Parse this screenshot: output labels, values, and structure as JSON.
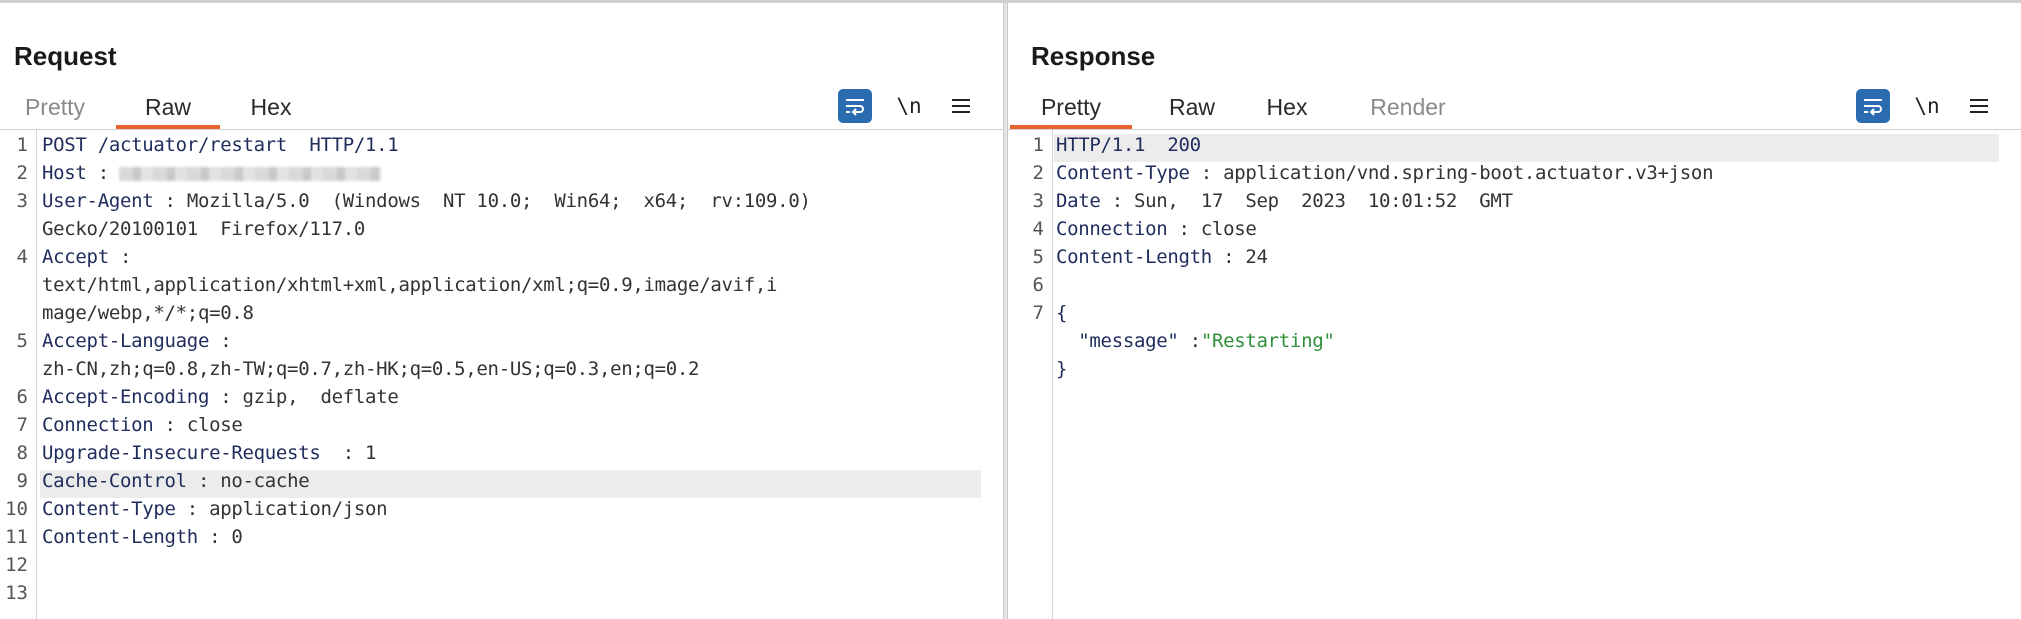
{
  "request": {
    "title": "Request",
    "tabs": [
      {
        "label": "Pretty",
        "active": false
      },
      {
        "label": "Raw",
        "active": true
      },
      {
        "label": "Hex",
        "active": false
      }
    ],
    "toolbar": {
      "wrap_icon": "wrap-lines-icon",
      "newline_label": "\\n",
      "menu_icon": "hamburger-menu-icon"
    },
    "lines": [
      {
        "n": "1",
        "key": "POST /actuator/restart  HTTP/1.1",
        "sep": "",
        "value": ""
      },
      {
        "n": "2",
        "key": "Host",
        "sep": " :",
        "value": ""
      },
      {
        "n": "3",
        "key": "User-Agent",
        "sep": " : ",
        "value": "Mozilla/5.0  (Windows  NT 10.0;  Win64;  x64;  rv:109.0)"
      },
      {
        "n": "",
        "key": "",
        "sep": "",
        "value": "Gecko/20100101  Firefox/117.0"
      },
      {
        "n": "4",
        "key": "Accept",
        "sep": " :",
        "value": ""
      },
      {
        "n": "",
        "key": "",
        "sep": "",
        "value": "text/html,application/xhtml+xml,application/xml;q=0.9,image/avif,i"
      },
      {
        "n": "",
        "key": "",
        "sep": "",
        "value": "mage/webp,*/*;q=0.8"
      },
      {
        "n": "5",
        "key": "Accept-Language",
        "sep": " :",
        "value": ""
      },
      {
        "n": "",
        "key": "",
        "sep": "",
        "value": "zh-CN,zh;q=0.8,zh-TW;q=0.7,zh-HK;q=0.5,en-US;q=0.3,en;q=0.2"
      },
      {
        "n": "6",
        "key": "Accept-Encoding",
        "sep": " : ",
        "value": "gzip,  deflate"
      },
      {
        "n": "7",
        "key": "Connection",
        "sep": " : ",
        "value": "close"
      },
      {
        "n": "8",
        "key": "Upgrade-Insecure-Requests",
        "sep": "  : ",
        "value": "1"
      },
      {
        "n": "9",
        "key": "Cache-Control",
        "sep": " : ",
        "value": "no-cache"
      },
      {
        "n": "10",
        "key": "Content-Type",
        "sep": " : ",
        "value": "application/json"
      },
      {
        "n": "11",
        "key": "Content-Length",
        "sep": " : ",
        "value": "0"
      },
      {
        "n": "12",
        "key": "",
        "sep": "",
        "value": ""
      },
      {
        "n": "13",
        "key": "",
        "sep": "",
        "value": ""
      }
    ]
  },
  "response": {
    "title": "Response",
    "tabs": [
      {
        "label": "Pretty",
        "active": true
      },
      {
        "label": "Raw",
        "active": false
      },
      {
        "label": "Hex",
        "active": false
      },
      {
        "label": "Render",
        "active": false
      }
    ],
    "toolbar": {
      "wrap_icon": "wrap-lines-icon",
      "newline_label": "\\n",
      "menu_icon": "hamburger-menu-icon"
    },
    "lines": [
      {
        "n": "1",
        "key": "HTTP/1.1  200",
        "sep": "",
        "value": ""
      },
      {
        "n": "2",
        "key": "Content-Type",
        "sep": " : ",
        "value": "application/vnd.spring-boot.actuator.v3+json"
      },
      {
        "n": "3",
        "key": "Date",
        "sep": " : ",
        "value": "Sun,  17  Sep  2023  10:01:52  GMT"
      },
      {
        "n": "4",
        "key": "Connection",
        "sep": " : ",
        "value": "close"
      },
      {
        "n": "5",
        "key": "Content-Length",
        "sep": " : ",
        "value": "24"
      },
      {
        "n": "6",
        "key": "",
        "sep": "",
        "value": ""
      },
      {
        "n": "7",
        "key": "{",
        "sep": "",
        "value": ""
      },
      {
        "n": "",
        "key": "  \"message\"",
        "sep": " :",
        "value": "\"Restarting\""
      },
      {
        "n": "",
        "key": "}",
        "sep": "",
        "value": ""
      }
    ]
  },
  "layout_switch": {
    "options": [
      "side-by-side-icon",
      "stacked-icon",
      "single-pane-icon"
    ],
    "active": 0
  },
  "colors": {
    "accent": "#e8632d",
    "button_blue": "#2b6cb0",
    "header_key": "#1f2c5c",
    "json_string": "#2f8f3a"
  }
}
